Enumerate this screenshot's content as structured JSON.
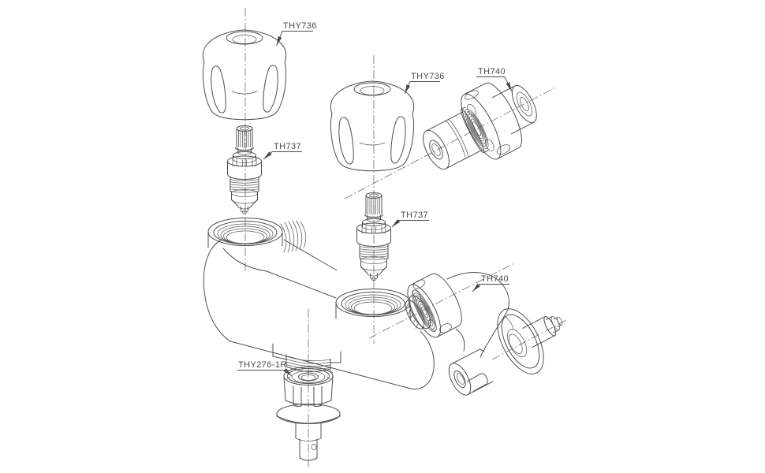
{
  "diagram": {
    "type": "exploded-parts-line-drawing",
    "background_color": "#ffffff",
    "line_color": "#4f4f4f",
    "centerline_color": "#6f6f6f",
    "label_color": "#4a4a4a",
    "labels": {
      "handle_left": "THY736",
      "handle_right": "THY736",
      "union_top": "TH740",
      "cartridge_left": "TH737",
      "cartridge_right": "TH737",
      "spout_bottom": "TH740",
      "outlet_adapter": "THY276-1R"
    }
  }
}
